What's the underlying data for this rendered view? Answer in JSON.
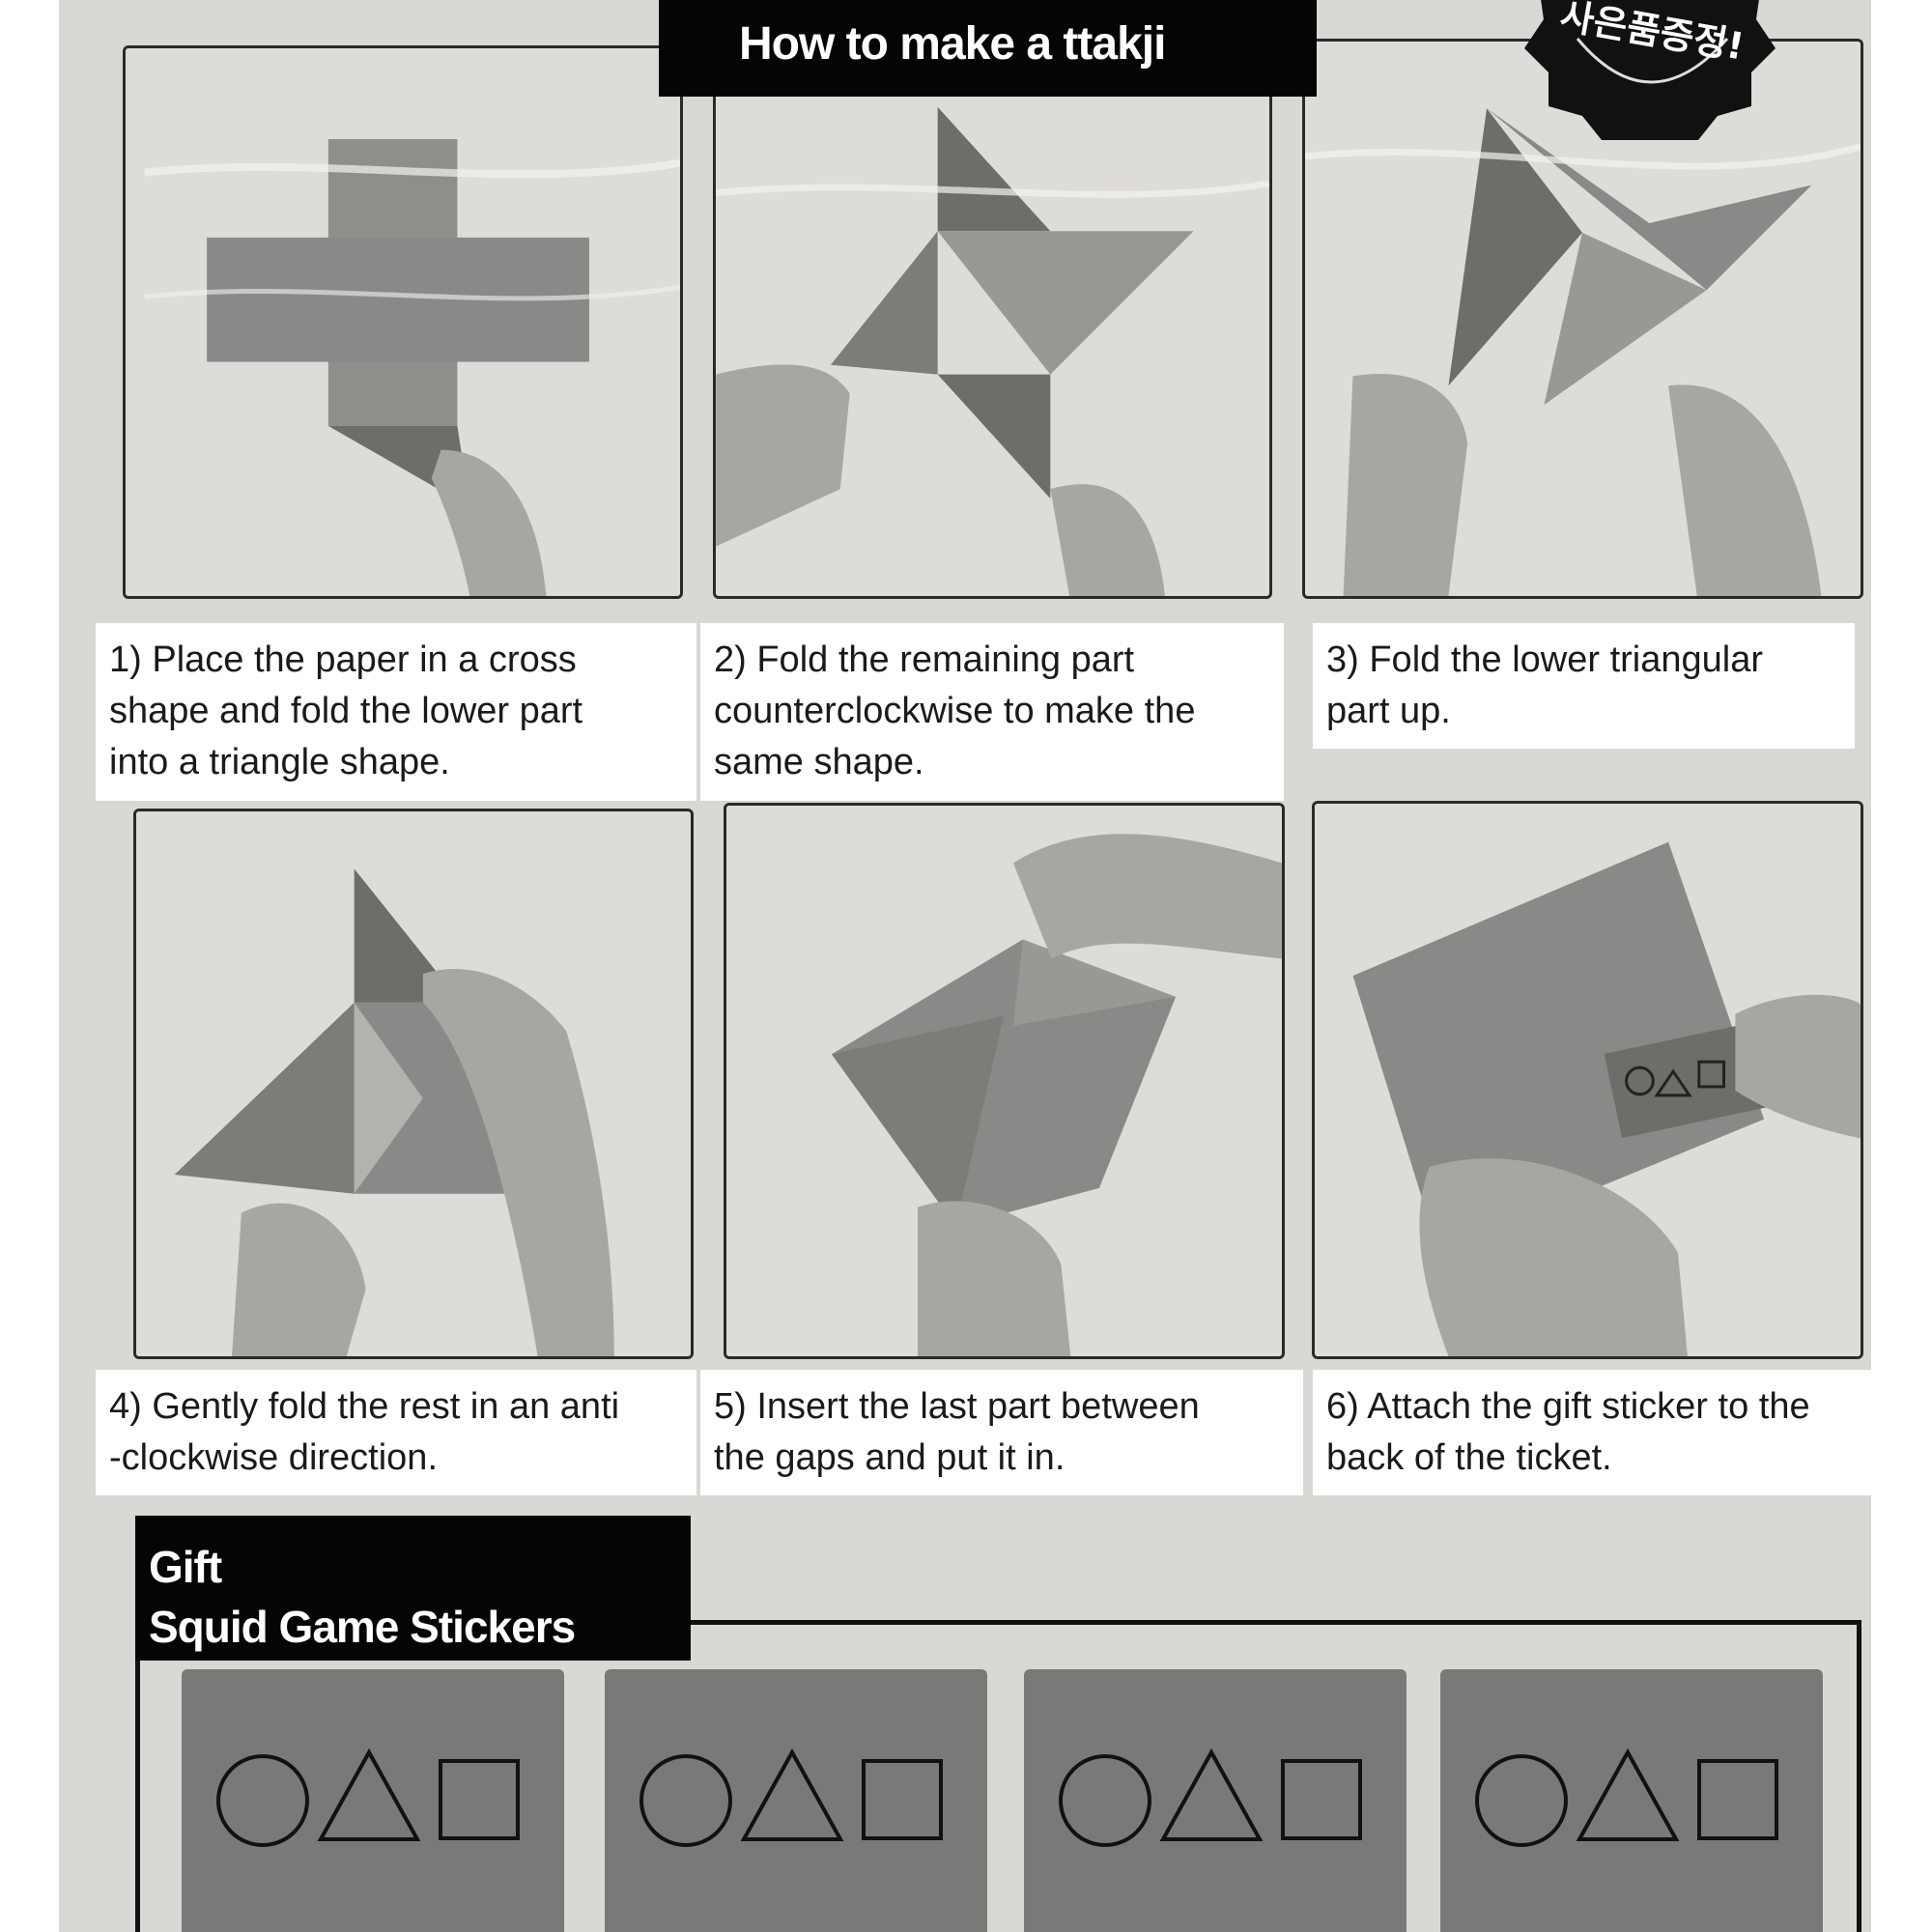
{
  "header": {
    "title": "How to make a ttakji",
    "badge_text": "사은품증정!"
  },
  "steps": [
    {
      "number": "1)",
      "lines": [
        "1) Place the paper in a cross",
        "shape and fold the lower part",
        "into a triangle shape."
      ]
    },
    {
      "number": "2)",
      "lines": [
        "2) Fold the remaining part",
        "counterclockwise to make the",
        "same shape."
      ]
    },
    {
      "number": "3)",
      "lines": [
        "3) Fold the lower triangular",
        "part up."
      ]
    },
    {
      "number": "4)",
      "lines": [
        "4) Gently fold the rest in an anti",
        "-clockwise direction."
      ]
    },
    {
      "number": "5)",
      "lines": [
        "5) Insert the last part between",
        "the gaps and put it in."
      ]
    },
    {
      "number": "6)",
      "lines": [
        "6) Attach the gift sticker to the",
        "back of the ticket."
      ]
    }
  ],
  "gift": {
    "line1": "Gift",
    "line2": "Squid Game Stickers",
    "sticker_count": 4,
    "sticker_symbols": [
      "circle-icon",
      "triangle-icon",
      "square-icon"
    ]
  },
  "colors": {
    "background": "#d9d8d4",
    "title_bg": "#050505",
    "paper": "#8a8987",
    "sticker": "#7a7977"
  }
}
